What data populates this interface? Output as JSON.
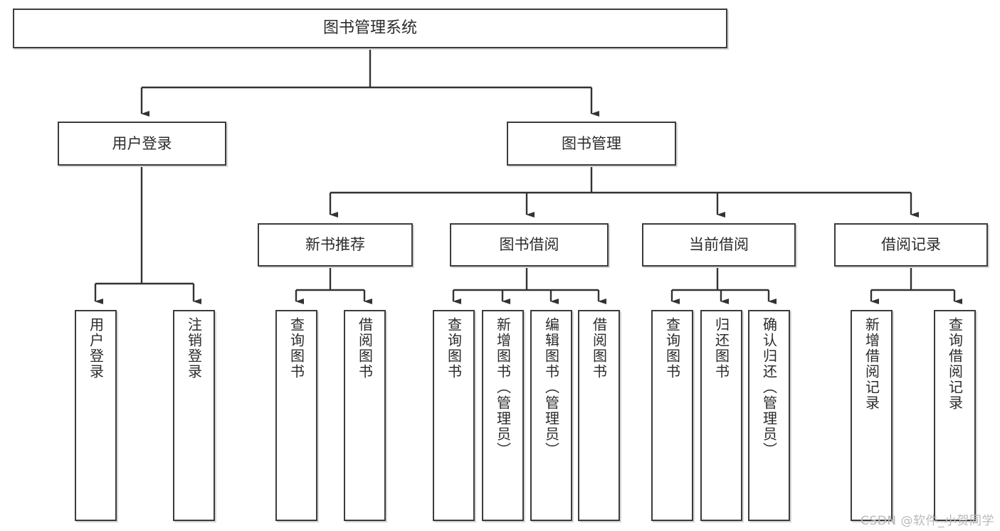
{
  "diagram": {
    "title": "图书管理系统",
    "type": "tree",
    "root": {
      "id": "root",
      "label": "图书管理系统",
      "orientation": "horizontal"
    },
    "level1": [
      {
        "id": "user-login",
        "label": "用户登录",
        "orientation": "horizontal"
      },
      {
        "id": "book-management",
        "label": "图书管理",
        "orientation": "horizontal"
      }
    ],
    "level2": [
      {
        "id": "new-book-recommend",
        "label": "新书推荐",
        "parent": "book-management",
        "orientation": "horizontal"
      },
      {
        "id": "book-borrow",
        "label": "图书借阅",
        "parent": "book-management",
        "orientation": "horizontal"
      },
      {
        "id": "current-borrow",
        "label": "当前借阅",
        "parent": "book-management",
        "orientation": "horizontal"
      },
      {
        "id": "borrow-record",
        "label": "借阅记录",
        "parent": "book-management",
        "orientation": "horizontal"
      }
    ],
    "leaves": [
      {
        "id": "leaf-user-login",
        "label": "用户登录",
        "parent": "user-login",
        "orientation": "vertical"
      },
      {
        "id": "leaf-user-logout",
        "label": "注销登录",
        "parent": "user-login",
        "orientation": "vertical"
      },
      {
        "id": "leaf-query-book-1",
        "label": "查询图书",
        "parent": "new-book-recommend",
        "orientation": "vertical"
      },
      {
        "id": "leaf-borrow-book-1",
        "label": "借阅图书",
        "parent": "new-book-recommend",
        "orientation": "vertical"
      },
      {
        "id": "leaf-query-book-2",
        "label": "查询图书",
        "parent": "book-borrow",
        "orientation": "vertical"
      },
      {
        "id": "leaf-add-book",
        "label": "新增图书（管理员）",
        "parent": "book-borrow",
        "orientation": "vertical"
      },
      {
        "id": "leaf-edit-book",
        "label": "编辑图书（管理员）",
        "parent": "book-borrow",
        "orientation": "vertical"
      },
      {
        "id": "leaf-borrow-book-2",
        "label": "借阅图书",
        "parent": "book-borrow",
        "orientation": "vertical"
      },
      {
        "id": "leaf-query-book-3",
        "label": "查询图书",
        "parent": "current-borrow",
        "orientation": "vertical"
      },
      {
        "id": "leaf-return-book",
        "label": "归还图书",
        "parent": "current-borrow",
        "orientation": "vertical"
      },
      {
        "id": "leaf-confirm-return",
        "label": "确认归还（管理员）",
        "parent": "current-borrow",
        "orientation": "vertical"
      },
      {
        "id": "leaf-add-record",
        "label": "新增借阅记录",
        "parent": "borrow-record",
        "orientation": "vertical"
      },
      {
        "id": "leaf-query-record",
        "label": "查询借阅记录",
        "parent": "borrow-record",
        "orientation": "vertical"
      }
    ],
    "colors": {
      "border": "#3c3c3c",
      "connector": "#333333",
      "background": "#ffffff",
      "text": "#2b2b2b",
      "shadow": "#d7d7d7",
      "watermark": "#b9b9b9"
    }
  },
  "watermark": {
    "text": "CSDN @软件_小贺同学"
  }
}
